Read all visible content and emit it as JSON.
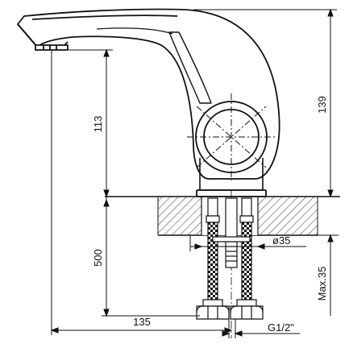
{
  "drawing": {
    "colors": {
      "line": "#111111",
      "background": "#ffffff",
      "hatch": "#333333"
    },
    "dimensions": {
      "height_total": "139",
      "height_spout": "113",
      "hose_length": "500",
      "spout_reach": "135",
      "hole_diameter": "ø35",
      "max_thickness": "Max.35",
      "thread": "G1/2\""
    }
  }
}
